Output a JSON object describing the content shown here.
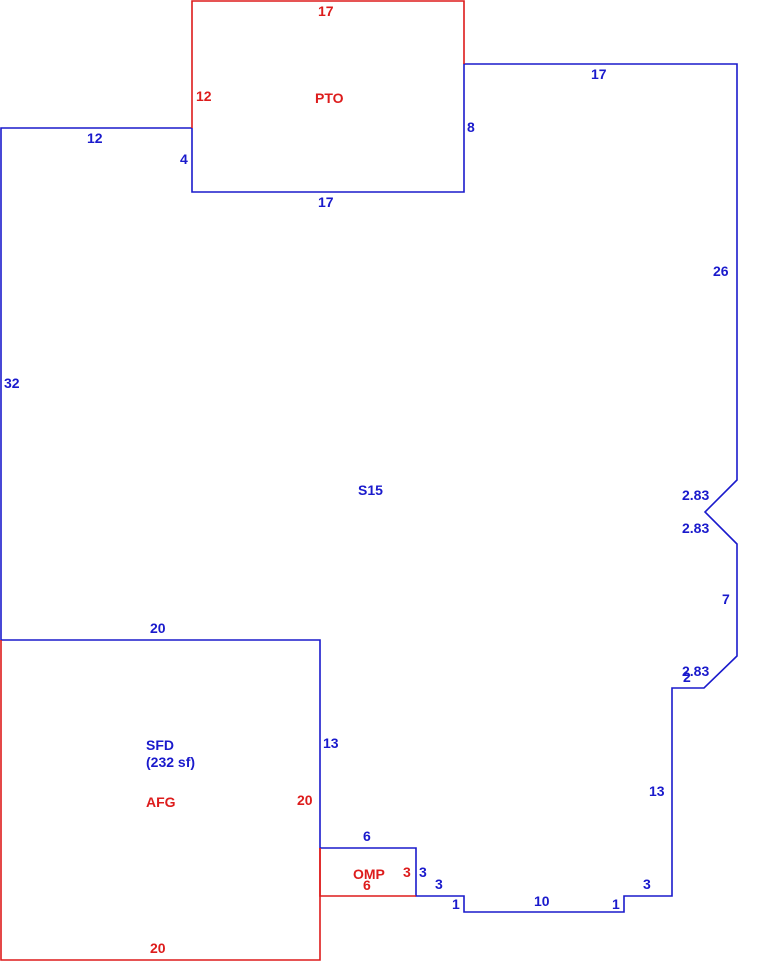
{
  "colors": {
    "main": "#1a1acc",
    "addon": "#dd1c1c"
  },
  "areas": {
    "main": {
      "code": "S15"
    },
    "porch_top": {
      "code": "PTO"
    },
    "garage": {
      "code": "SFD",
      "area": "(232 sf)",
      "code2": "AFG"
    },
    "small_porch": {
      "code": "OMP"
    }
  },
  "dimensions": {
    "main": {
      "left": "32",
      "top_left": "12",
      "jog_left": "4",
      "pto_bottom": "17",
      "pto_right": "8",
      "top_right": "17",
      "right_upper": "26",
      "angle_1": "2.83",
      "angle_2": "2.83",
      "right_mid": "7",
      "angle_3": "2.83",
      "step_2": "2",
      "right_lower": "13",
      "bottom_3a": "3",
      "bottom_1a": "1",
      "bottom_10": "10",
      "bottom_1b": "1",
      "bottom_3b": "3",
      "omp_right": "3",
      "omp_top": "6",
      "garage_right": "13",
      "garage_top": "20"
    },
    "pto": {
      "top": "17",
      "left": "12"
    },
    "garage": {
      "right": "20",
      "bottom": "20"
    },
    "omp": {
      "right": "3",
      "bottom": "6"
    }
  }
}
